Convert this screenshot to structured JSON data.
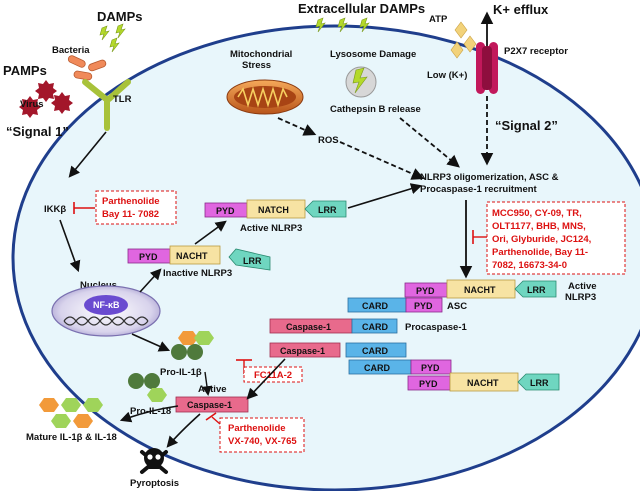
{
  "labels": {
    "damps": "DAMPs",
    "extracellular_damps": "Extracellular DAMPs",
    "atp": "ATP",
    "k_efflux": "K+ efflux",
    "p2x7": "P2X7 receptor",
    "low_k": "Low (K+)",
    "pamps": "PAMPs",
    "bacteria": "Bacteria",
    "virus": "Virus",
    "tlr": "TLR",
    "signal1": "“Signal 1”",
    "signal2": "“Signal 2”",
    "mito_line1": "Mitochondrial",
    "mito_line2": "Stress",
    "lysosome": "Lysosome Damage",
    "cathepsin": "Cathepsin B release",
    "ros": "ROS",
    "nlrp3_olig_line1": "NLRP3 oligomerization, ASC &",
    "nlrp3_olig_line2": "Procaspase-1 recruitment",
    "ikkb": "IKKβ",
    "nucleus": "Nucleus",
    "nfkb": "NF-κB",
    "inactive_nlrp3": "Inactive NLRP3",
    "active_nlrp3_top": "Active NLRP3",
    "active_nlrp3_right_line1": "Active",
    "active_nlrp3_right_line2": "NLRP3",
    "asc": "ASC",
    "procaspase": "Procaspase-1",
    "pro_il1b": "Pro-IL-1β",
    "pro_il18": "Pro-IL-18",
    "active_label": "Active",
    "mature": "Mature IL-1β & IL-18",
    "pyroptosis": "Pyroptosis"
  },
  "domains": {
    "pyd": "PYD",
    "natch": "NATCH",
    "nacht": "NACHT",
    "lrr": "LRR",
    "card": "CARD",
    "caspase1": "Caspase-1"
  },
  "inhibitors": {
    "ikkb_box": [
      "Parthenolide",
      "Bay 11- 7082"
    ],
    "nlrp3_box": [
      "MCC950, CY-09, TR,",
      "OLT1177, BHB, MNS,",
      "Ori, Glyburide,  JC124,",
      "Parthenolide, Bay 11-",
      "7082, 16673-34-0"
    ],
    "caspase_box": [
      "FC11A-2"
    ],
    "active_caspase_box": [
      "Parthenolide",
      "VX-740, VX-765"
    ]
  },
  "colors": {
    "cell_fill": "#e8f6fb",
    "cell_stroke": "#1f3e8c",
    "pyd": "#e066e0",
    "nacht": "#f7e3a3",
    "lrr": "#6fd6c0",
    "card": "#5ab4e8",
    "caspase": "#e86a8c",
    "inhibitor": "#d11111"
  }
}
